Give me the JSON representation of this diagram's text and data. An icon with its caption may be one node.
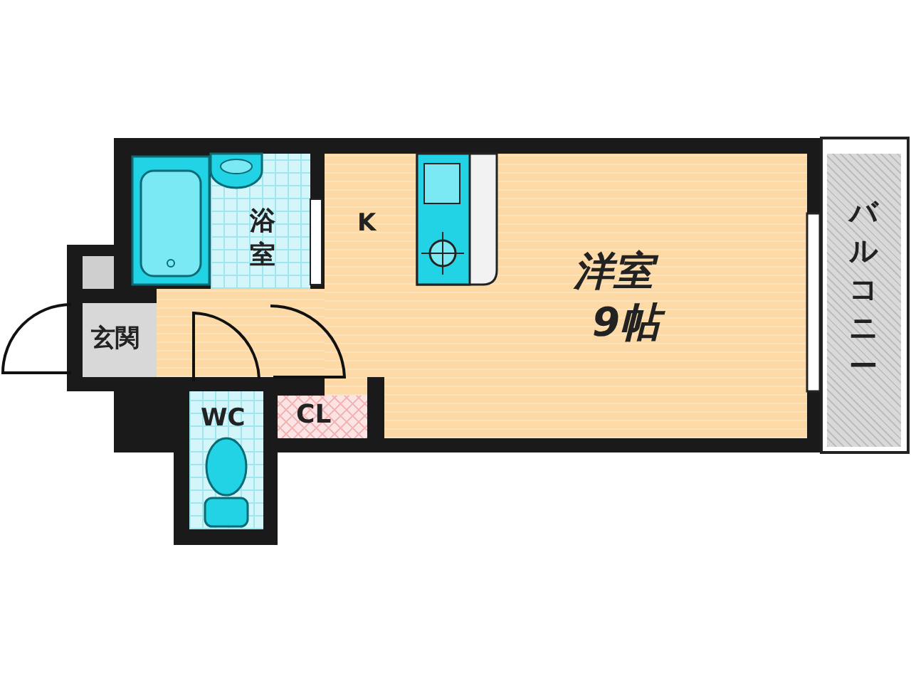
{
  "diagram": {
    "nodes": [
      {
        "text": [
          "浴室"
        ]
      },
      {
        "text": [
          "洋室",
          "9帖"
        ]
      },
      {
        "text": [
          "バルコニー"
        ]
      },
      {
        "text": [
          "玄関"
        ]
      },
      {
        "text": [
          "WC"
        ]
      },
      {
        "text": [
          "CL"
        ]
      }
    ],
    "labels": [
      "K"
    ]
  }
}
